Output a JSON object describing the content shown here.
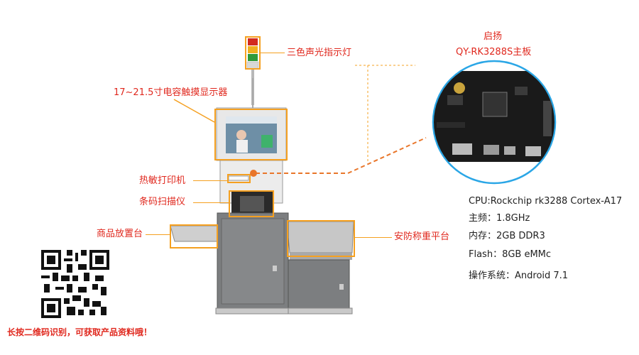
{
  "labels": {
    "tower_light": "三色声光指示灯",
    "display": "17~21.5寸电容触摸显示器",
    "printer": "热敏打印机",
    "scanner": "条码扫描仪",
    "item_platform": "商品放置台",
    "scale_platform": "安防称重平台"
  },
  "board": {
    "brand": "启扬",
    "model": "QY-RK3288S主板"
  },
  "specs": [
    "CPU:Rockchip rk3288 Cortex-A17",
    "主频：1.8GHz",
    "内存：2GB DDR3",
    "Flash：8GB eMMc",
    "操作系统：Android 7.1"
  ],
  "qr_caption": "长按二维码识别，可获取产品资料哦！",
  "colors": {
    "label_red": "#e0281e",
    "callout_orange": "#f5a020",
    "circle_blue": "#2aa6e6",
    "cabinet_gray": "#7c7e80"
  }
}
